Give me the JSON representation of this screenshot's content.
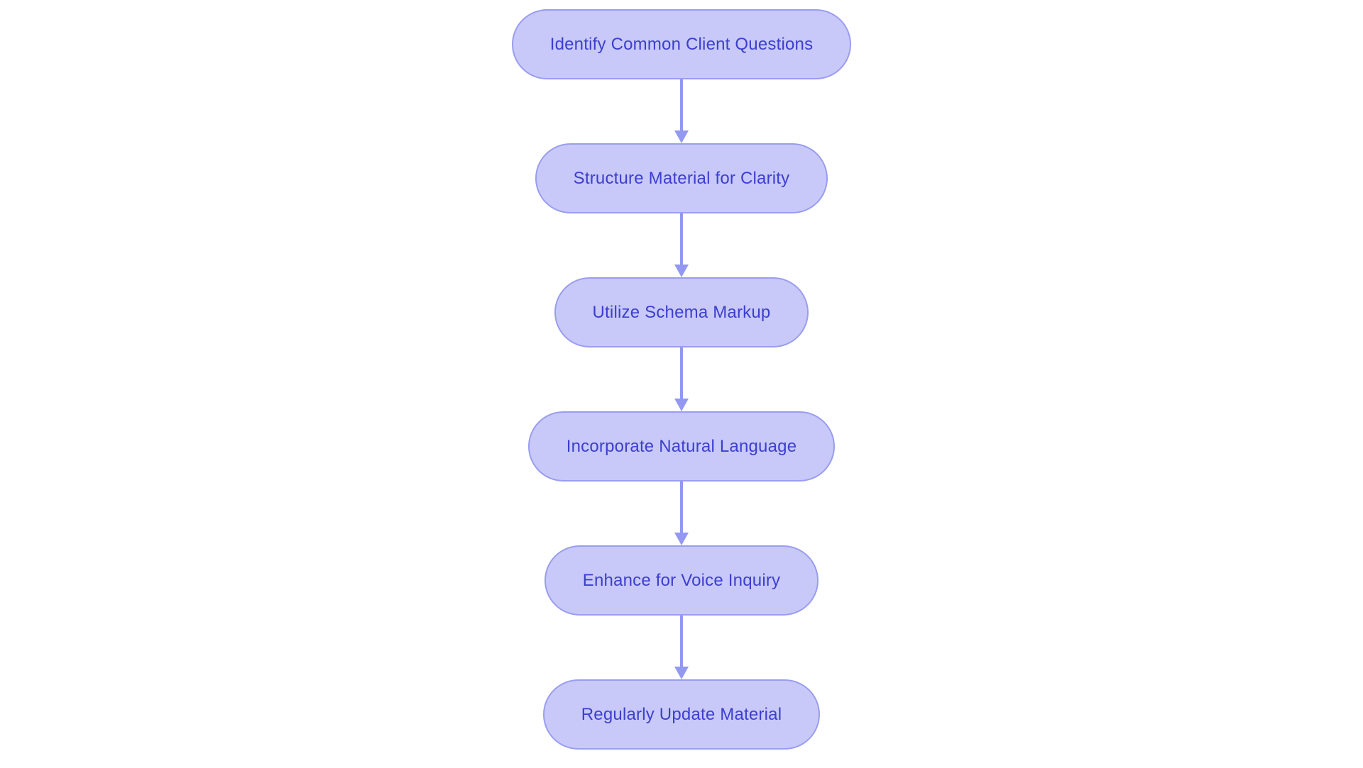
{
  "diagram": {
    "type": "flowchart",
    "direction": "top-down",
    "colors": {
      "node_fill": "#c8c9f8",
      "node_border": "#9a9df0",
      "node_text": "#3c3fce",
      "arrow": "#9399f0",
      "background": "#ffffff"
    },
    "nodes": [
      {
        "id": "n1",
        "label": "Identify Common Client Questions"
      },
      {
        "id": "n2",
        "label": "Structure Material for Clarity"
      },
      {
        "id": "n3",
        "label": "Utilize Schema Markup"
      },
      {
        "id": "n4",
        "label": "Incorporate Natural Language"
      },
      {
        "id": "n5",
        "label": "Enhance for Voice Inquiry"
      },
      {
        "id": "n6",
        "label": "Regularly Update Material"
      }
    ],
    "edges": [
      {
        "from": "n1",
        "to": "n2"
      },
      {
        "from": "n2",
        "to": "n3"
      },
      {
        "from": "n3",
        "to": "n4"
      },
      {
        "from": "n4",
        "to": "n5"
      },
      {
        "from": "n5",
        "to": "n6"
      }
    ]
  }
}
